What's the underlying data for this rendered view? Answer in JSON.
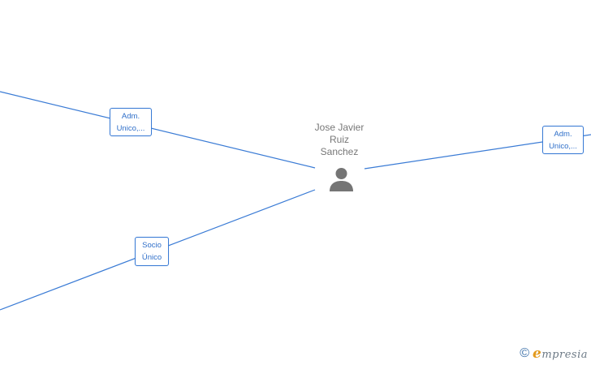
{
  "person": {
    "name_lines": [
      "Jose Javier",
      "Ruiz",
      "Sanchez"
    ],
    "icon": "person-icon"
  },
  "relations": [
    {
      "id": "adm-left",
      "lines": [
        "Adm.",
        "Unico,..."
      ]
    },
    {
      "id": "socio",
      "lines": [
        "Socio",
        "Único"
      ]
    },
    {
      "id": "adm-right",
      "lines": [
        "Adm.",
        "Unico,..."
      ]
    }
  ],
  "footer": {
    "copyright_symbol": "©",
    "brand_initial": "e",
    "brand_rest": "mpresia"
  },
  "colors": {
    "edge": "#3a7bd5",
    "label_text": "#2f6fc9",
    "name_text": "#777777",
    "icon": "#757575",
    "brand_e": "#e39a1c"
  }
}
